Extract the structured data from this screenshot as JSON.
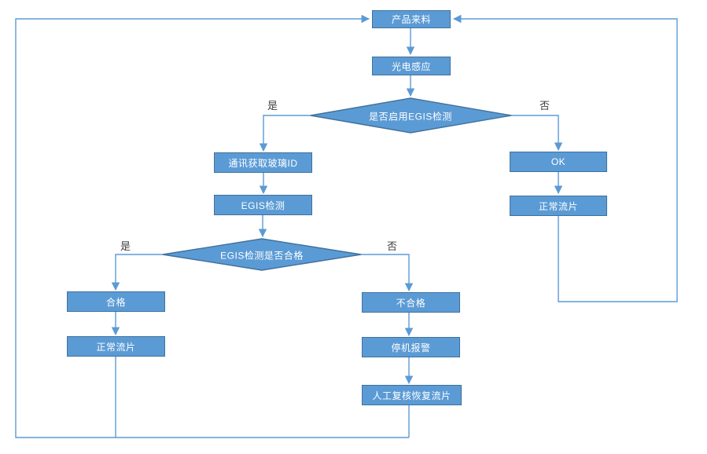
{
  "colors": {
    "shape_fill": "#5b9bd5",
    "shape_border": "#41719c",
    "shape_text": "#ffffff",
    "connector": "#5b9bd5",
    "branch_text": "#3f3f3f",
    "background": "#ffffff"
  },
  "chart_title": "",
  "nodes": {
    "start": {
      "label": "产品来料",
      "type": "process"
    },
    "sensor": {
      "label": "光电感应",
      "type": "process"
    },
    "decision_enable": {
      "label": "是否启用EGIS检测",
      "type": "decision"
    },
    "get_glass_id": {
      "label": "通讯获取玻璃ID",
      "type": "process"
    },
    "egis_check": {
      "label": "EGIS检测",
      "type": "process"
    },
    "ok": {
      "label": "OK",
      "type": "process"
    },
    "normal_right": {
      "label": "正常流片",
      "type": "process"
    },
    "decision_pass": {
      "label": "EGIS检测是否合格",
      "type": "decision"
    },
    "pass": {
      "label": "合格",
      "type": "process"
    },
    "normal_left": {
      "label": "正常流片",
      "type": "process"
    },
    "fail": {
      "label": "不合格",
      "type": "process"
    },
    "stop_alarm": {
      "label": "停机报警",
      "type": "process"
    },
    "manual_review": {
      "label": "人工复核恢复流片",
      "type": "process"
    }
  },
  "branch_labels": {
    "enable_yes": "是",
    "enable_no": "否",
    "pass_yes": "是",
    "pass_no": "否"
  },
  "edges": [
    {
      "from": "start",
      "to": "sensor"
    },
    {
      "from": "sensor",
      "to": "decision_enable"
    },
    {
      "from": "decision_enable",
      "to": "get_glass_id",
      "label": "是"
    },
    {
      "from": "decision_enable",
      "to": "ok",
      "label": "否"
    },
    {
      "from": "get_glass_id",
      "to": "egis_check"
    },
    {
      "from": "egis_check",
      "to": "decision_pass"
    },
    {
      "from": "ok",
      "to": "normal_right"
    },
    {
      "from": "normal_right",
      "to": "start"
    },
    {
      "from": "decision_pass",
      "to": "pass",
      "label": "是"
    },
    {
      "from": "decision_pass",
      "to": "fail",
      "label": "否"
    },
    {
      "from": "pass",
      "to": "normal_left"
    },
    {
      "from": "normal_left",
      "to": "start"
    },
    {
      "from": "fail",
      "to": "stop_alarm"
    },
    {
      "from": "stop_alarm",
      "to": "manual_review"
    },
    {
      "from": "manual_review",
      "to": "start"
    }
  ]
}
